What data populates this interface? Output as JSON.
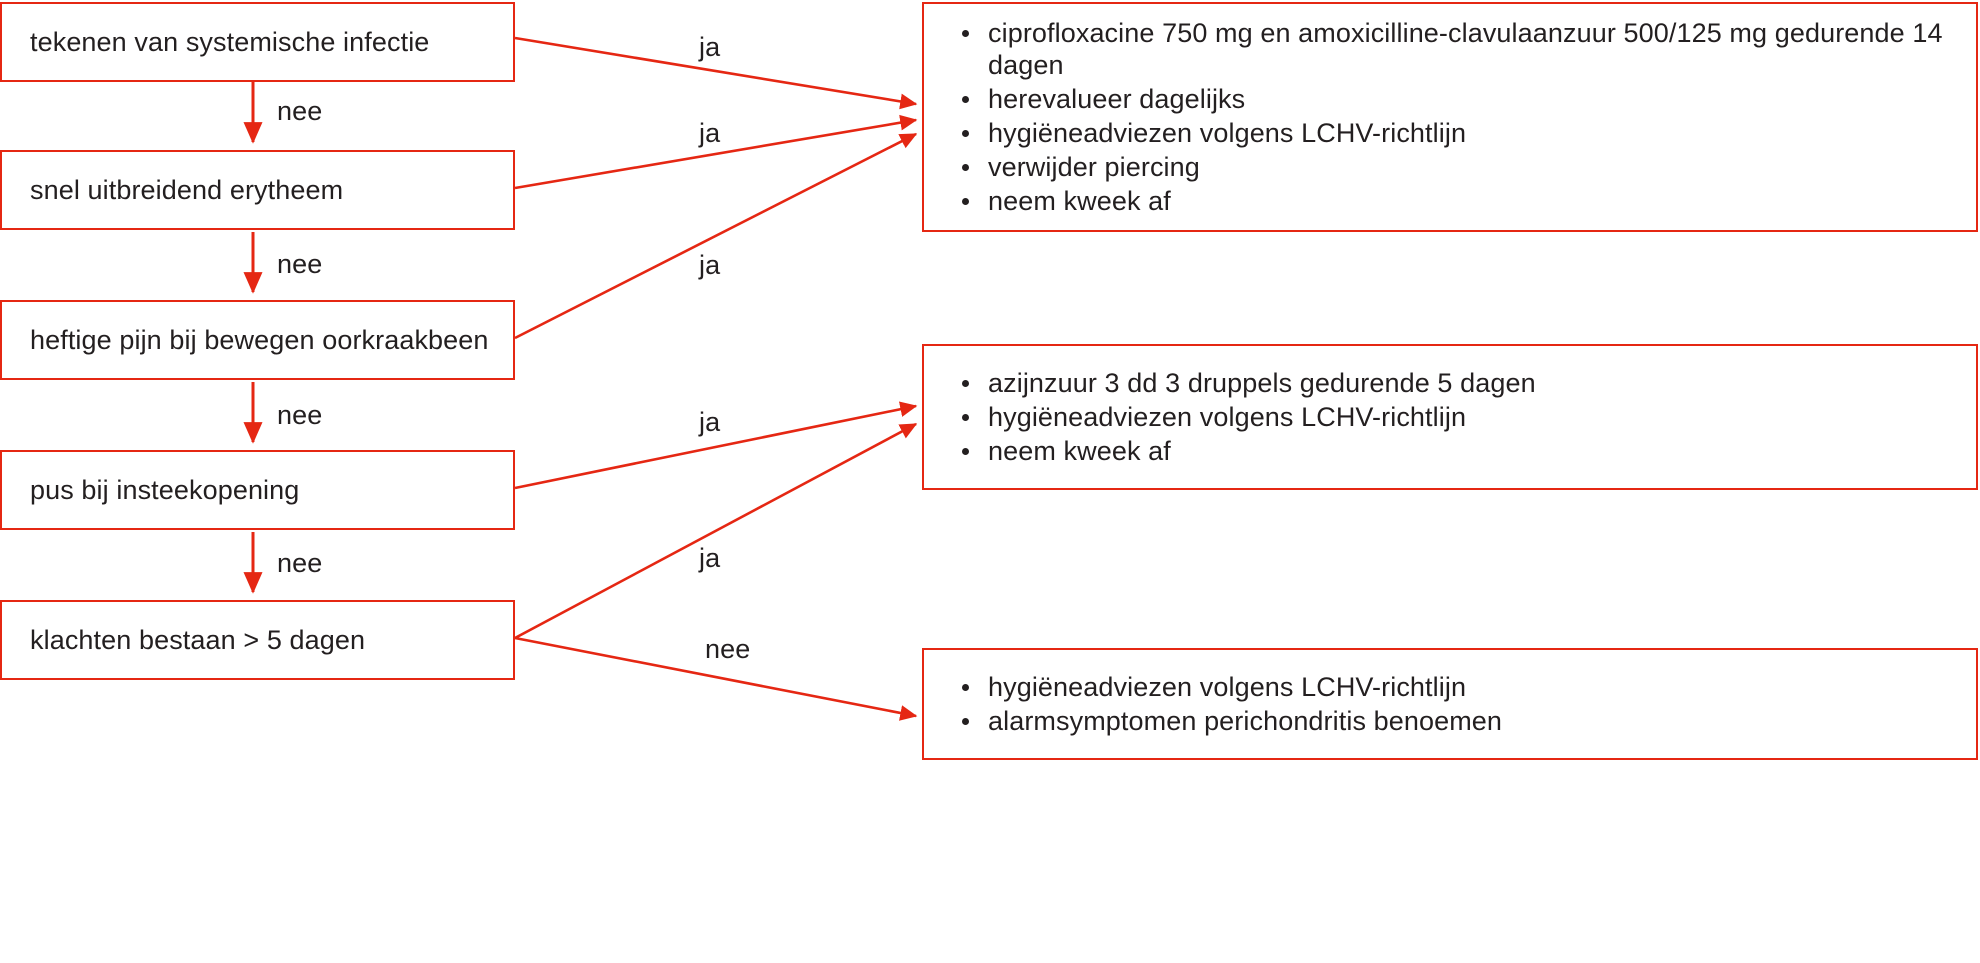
{
  "diagram": {
    "type": "decision-flowchart",
    "language": "nl",
    "accent_color": "#E52713",
    "text_color": "#231f20",
    "background_color": "#FFFFFF",
    "decisions": [
      {
        "id": "d1",
        "label": "tekenen van systemische infectie"
      },
      {
        "id": "d2",
        "label": "snel uitbreidend erytheem"
      },
      {
        "id": "d3",
        "label": "heftige pijn bij bewegen oorkraakbeen"
      },
      {
        "id": "d4",
        "label": "pus bij insteekopening"
      },
      {
        "id": "d5",
        "label": "klachten bestaan > 5 dagen"
      }
    ],
    "results": [
      {
        "id": "r1",
        "items": [
          "ciprofloxacine 750 mg en amoxicilline-clavulaanzuur 500/125 mg gedurende 14 dagen",
          "herevalueer dagelijks",
          "hygiëneadviezen volgens LCHV-richtlijn",
          "verwijder piercing",
          "neem kweek af"
        ]
      },
      {
        "id": "r2",
        "items": [
          "azijnzuur 3 dd 3 druppels gedurende 5 dagen",
          "hygiëneadviezen volgens LCHV-richtlijn",
          "neem kweek af"
        ]
      },
      {
        "id": "r3",
        "items": [
          "hygiëneadviezen volgens LCHV-richtlijn",
          "alarmsymptomen perichondritis benoemen"
        ]
      }
    ],
    "edges": {
      "vertical_no": [
        {
          "id": "v1",
          "label": "nee",
          "from": "d1",
          "to": "d2"
        },
        {
          "id": "v2",
          "label": "nee",
          "from": "d2",
          "to": "d3"
        },
        {
          "id": "v3",
          "label": "nee",
          "from": "d3",
          "to": "d4"
        },
        {
          "id": "v4",
          "label": "nee",
          "from": "d4",
          "to": "d5"
        }
      ],
      "diagonal": [
        {
          "id": "e1",
          "label": "ja",
          "from": "d1",
          "to": "r1"
        },
        {
          "id": "e2",
          "label": "ja",
          "from": "d2",
          "to": "r1"
        },
        {
          "id": "e3",
          "label": "ja",
          "from": "d3",
          "to": "r1"
        },
        {
          "id": "e4",
          "label": "ja",
          "from": "d4",
          "to": "r2"
        },
        {
          "id": "e5",
          "label": "ja",
          "from": "d5",
          "to": "r2"
        },
        {
          "id": "e6",
          "label": "nee",
          "from": "d5",
          "to": "r3"
        }
      ]
    }
  }
}
